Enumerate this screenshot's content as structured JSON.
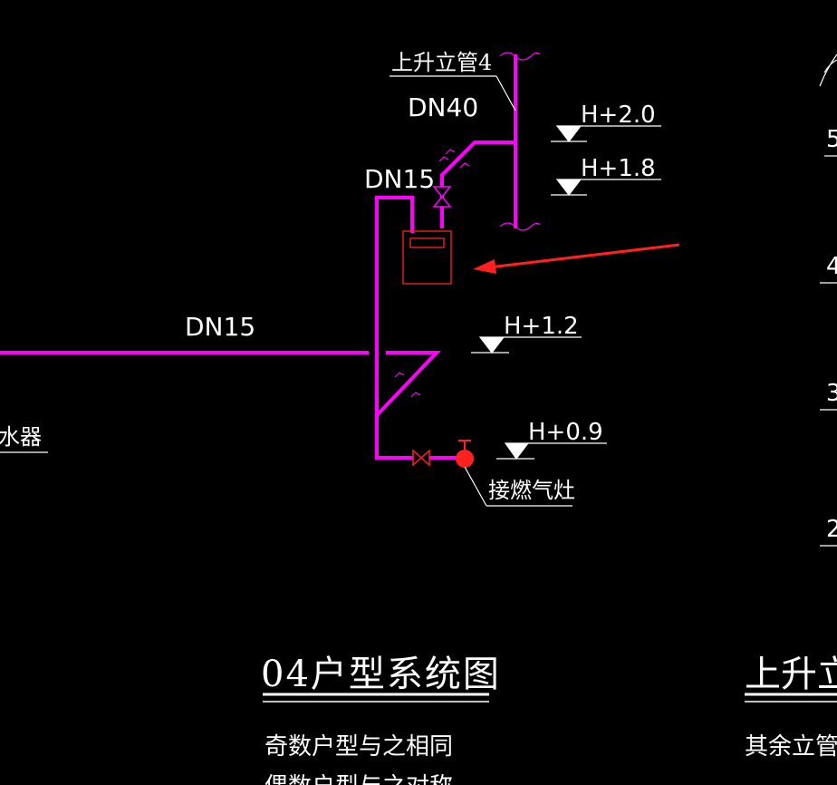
{
  "drawing": {
    "background": "#000000",
    "pipe_color": "#ff00ff",
    "line_color": "#ffffff",
    "equipment_color": "#ff2020",
    "labels": {
      "riser": "上升立管4",
      "riser_size": "DN40",
      "branch_size": "DN15",
      "main_size": "DN15",
      "water_heater_partial": "水器",
      "stove_connection": "接燃气灶"
    },
    "elevations": {
      "h_2_0": "H+2.0",
      "h_1_8": "H+1.8",
      "h_1_2": "H+1.2",
      "h_0_9": "H+0.9"
    },
    "titles": {
      "main_title": "04户型系统图",
      "note_line_1": "奇数户型与之相同",
      "note_line_2": "偶数户型与之对称",
      "right_title_partial": "上升立管",
      "right_note_partial": "其余立管与"
    },
    "right_edge_fragments": [
      "5",
      "4",
      "3",
      "2"
    ]
  }
}
